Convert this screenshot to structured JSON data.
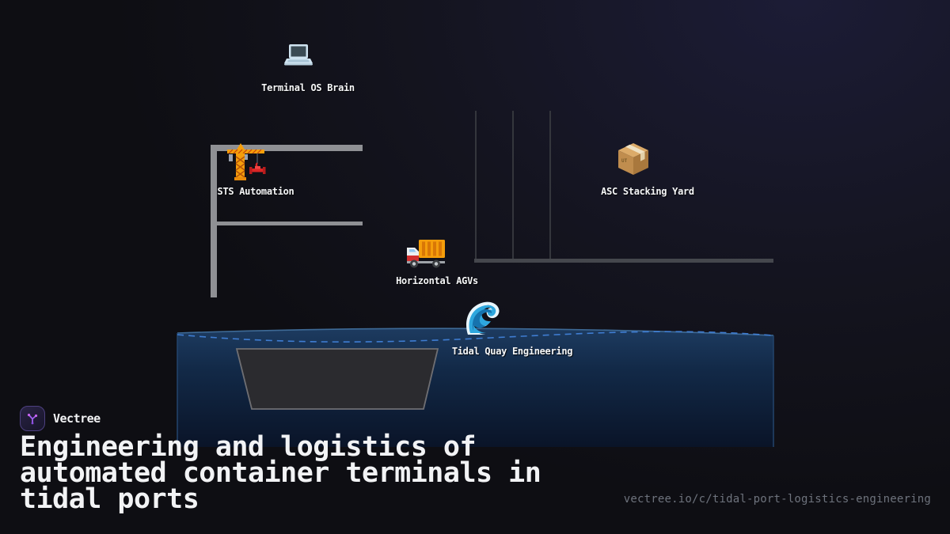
{
  "brand": {
    "name": "Vectree"
  },
  "title": {
    "full": "Engineering and logistics of automated container terminals in tidal ports",
    "lines": [
      "Engineering and logistics of",
      "automated container terminals in",
      "tidal ports"
    ]
  },
  "footer": {
    "url": "vectree.io/c/tidal-port-logistics-engineering"
  },
  "diagram": {
    "nodes": [
      {
        "label": "Terminal OS Brain",
        "icon": "laptop-icon"
      },
      {
        "label": "STS Automation",
        "icon": "construction-crane-icon"
      },
      {
        "label": "ASC Stacking Yard",
        "icon": "package-icon"
      },
      {
        "label": "Horizontal AGVs",
        "icon": "delivery-truck-icon"
      },
      {
        "label": "Tidal Quay Engineering",
        "icon": "water-wave-icon"
      }
    ]
  },
  "colors": {
    "background": "#0e0e13",
    "background_glow": "#1c1c36",
    "accent_purple": "#a060f0",
    "text_primary": "#f2f3f5",
    "text_muted": "#6e737d",
    "structure_light_gray": "#8f9094",
    "structure_dark_gray": "#34363c",
    "water_surface": "#3e6a96",
    "water_top": "#1d3b60",
    "water_bottom": "#0a1428",
    "tide_dashed_line": "#3f7dd2",
    "hull_fill": "#2b2b2f",
    "hull_stroke": "#6f6f73"
  }
}
